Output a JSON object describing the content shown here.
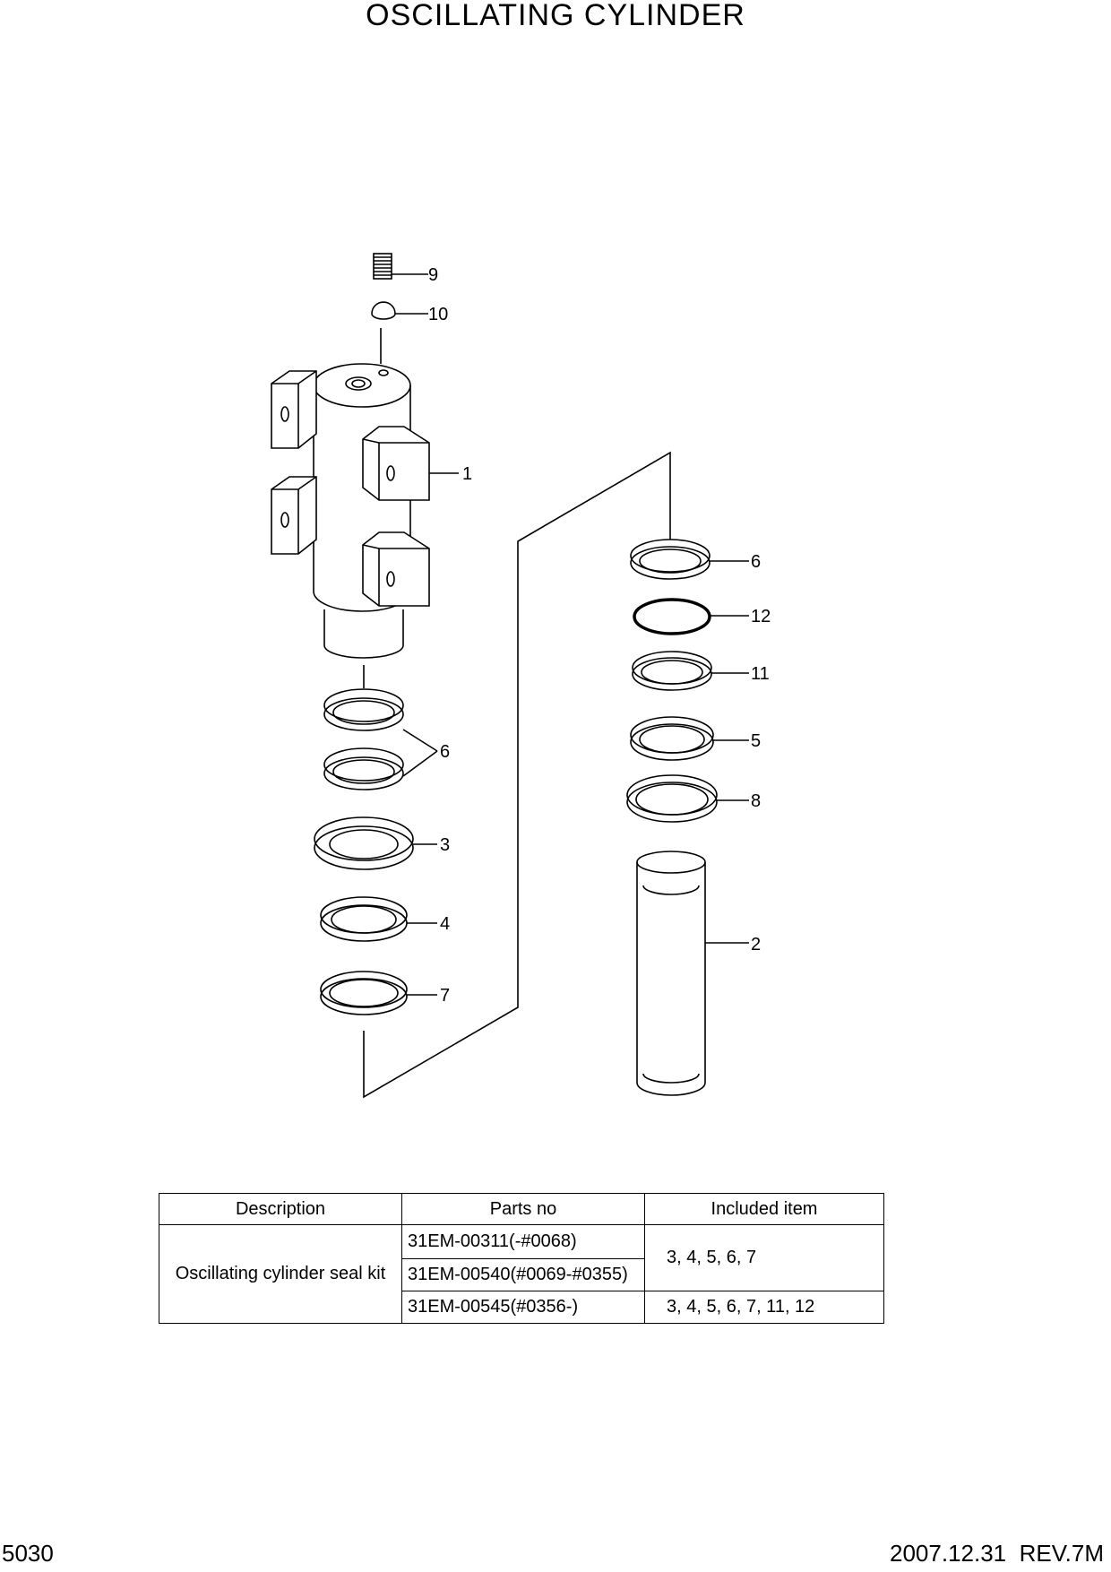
{
  "title": "OSCILLATING CYLINDER",
  "callouts": {
    "c9": "9",
    "c10": "10",
    "c1": "1",
    "c6a": "6",
    "c6b": "6",
    "c12": "12",
    "c11": "11",
    "c5": "5",
    "c8": "8",
    "c3": "3",
    "c4": "4",
    "c7": "7",
    "c2": "2"
  },
  "table": {
    "headers": [
      "Description",
      "Parts no",
      "Included item"
    ],
    "description": "Oscillating cylinder seal kit",
    "parts": [
      "31EM-00311(-#0068)",
      "31EM-00540(#0069-#0355)",
      "31EM-00545(#0356-)"
    ],
    "included": [
      "3, 4, 5, 6, 7",
      "3, 4, 5, 6, 7, 11, 12"
    ]
  },
  "footer": {
    "page": "5030",
    "revision": "2007.12.31  REV.7M"
  }
}
